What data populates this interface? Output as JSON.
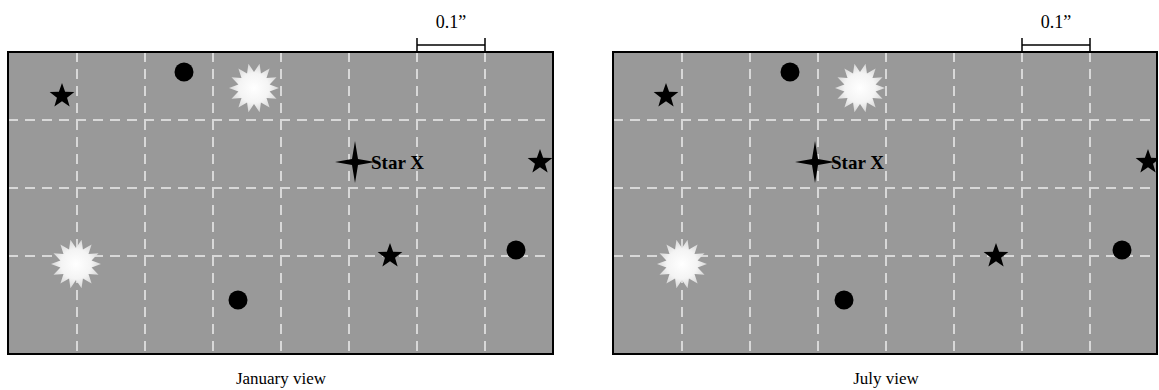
{
  "diagram": {
    "labels": [
      "0.1”",
      "0.1”",
      "Star X",
      "Star X",
      "January view",
      "July view"
    ]
  }
}
